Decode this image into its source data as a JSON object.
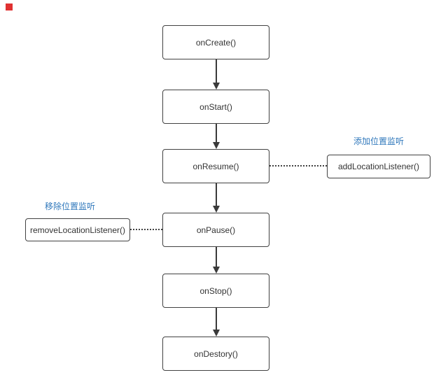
{
  "diagram": {
    "title_hint": "activity-lifecycle-flowchart",
    "nodes": {
      "create": {
        "label": "onCreate()"
      },
      "start": {
        "label": "onStart()"
      },
      "resume": {
        "label": "onResume()"
      },
      "pause": {
        "label": "onPause()"
      },
      "stop": {
        "label": "onStop()"
      },
      "destory": {
        "label": "onDestory()"
      }
    },
    "callouts": {
      "add": {
        "caption": "添加位置监听",
        "label": "addLocationListener()"
      },
      "remove": {
        "caption": "移除位置监听",
        "label": "removeLocationListener()"
      }
    },
    "edges": {
      "main_flow": "onCreate -> onStart -> onResume -> onPause -> onStop -> onDestory",
      "resume_to_add": "dotted",
      "remove_to_pause": "dotted"
    },
    "colors": {
      "node_border": "#424242",
      "node_text": "#333333",
      "connector": "#3a3a3a",
      "caption_blue": "#2e77bb",
      "corner_marker_red": "#e03131"
    }
  }
}
